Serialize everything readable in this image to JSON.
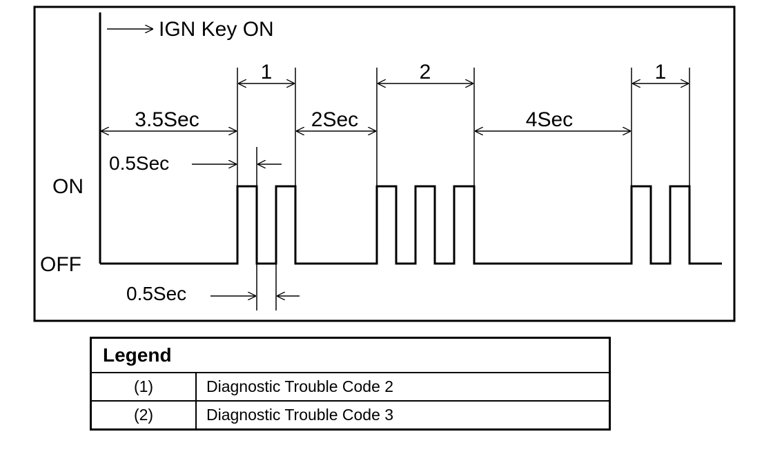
{
  "diagram": {
    "ign_label": "IGN Key ON",
    "level_on": "ON",
    "level_off": "OFF",
    "group1_label": "1",
    "group2_label": "2",
    "group3_label": "1",
    "interval_initial": "3.5Sec",
    "interval_between_digits": "2Sec",
    "interval_between_codes": "4Sec",
    "pulse_on_duration": "0.5Sec",
    "pulse_off_duration": "0.5Sec"
  },
  "legend": {
    "title": "Legend",
    "rows": [
      {
        "key": "(1)",
        "desc": "Diagnostic Trouble Code 2"
      },
      {
        "key": "(2)",
        "desc": "Diagnostic Trouble Code 3"
      }
    ]
  }
}
